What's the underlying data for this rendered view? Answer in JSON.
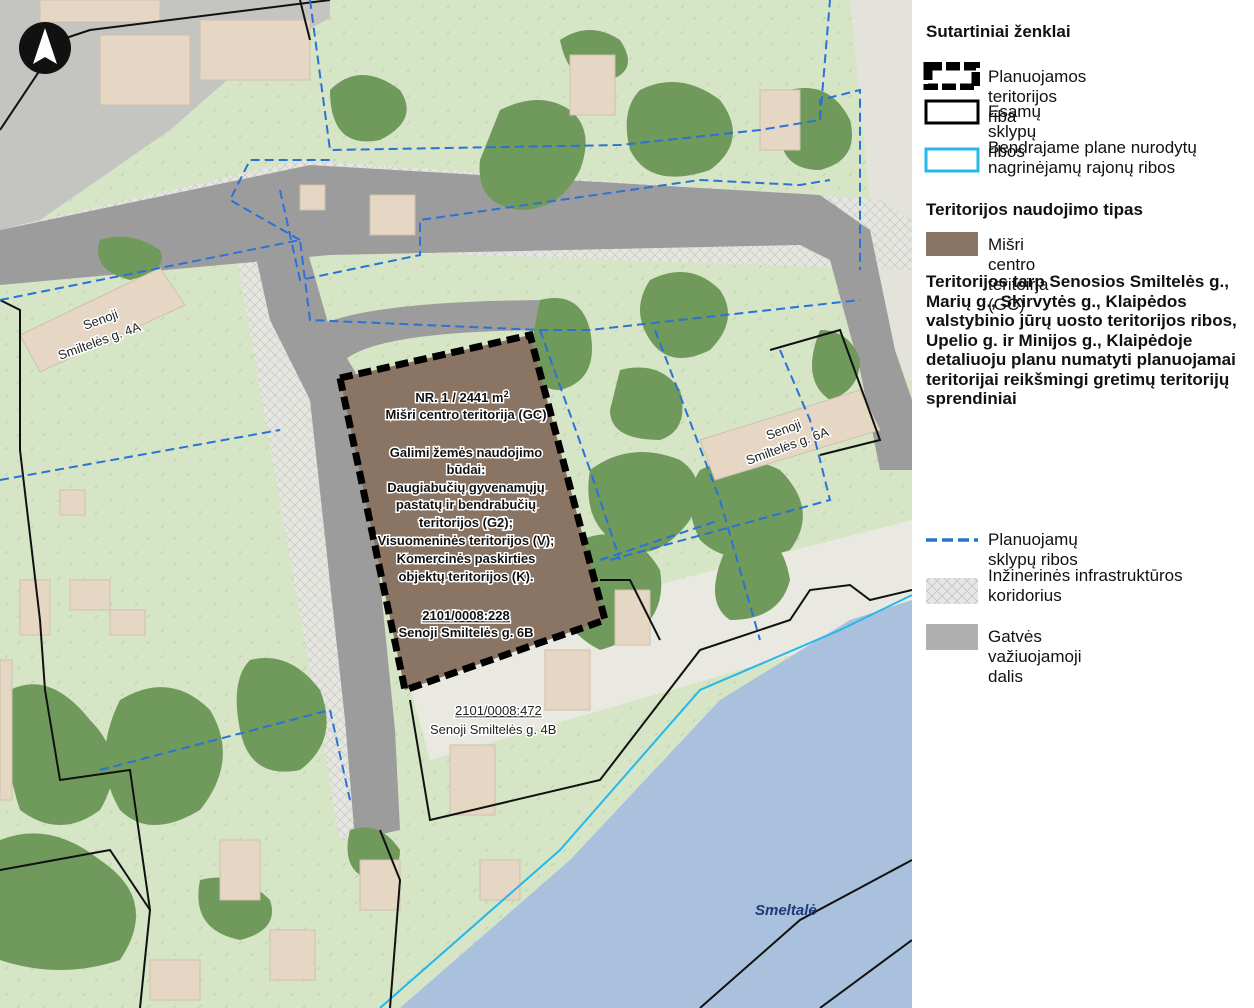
{
  "legend": {
    "title": "Sutartiniai ženklai",
    "items": [
      {
        "label": "Planuojamos teritorijos riba"
      },
      {
        "label": "Esamų sklypų ribos"
      },
      {
        "label": "Bendrajame plane nurodytų nagrinėjamų rajonų ribos"
      }
    ],
    "use_type_title": "Teritorijos naudojimo tipas",
    "use_type_item": "Mišri centro teritoirja (GC)",
    "note": "Teritorijos tarp Senosios Smiltelės g., Marių g., Skirvytės g., Klaipėdos valstybinio jūrų uosto teritorijos ribos, Upelio g. ir Minijos g., Klaipėdoje detaliuoju planu numatyti planuojamai teritorijai reikšmingi gretimų teritorijų sprendiniai",
    "items2": [
      {
        "label": "Planuojamų sklypų ribos"
      },
      {
        "label": "Inžinerinės infrastruktūros koridorius"
      },
      {
        "label": "Gatvės važiuojamoji dalis"
      }
    ],
    "colors": {
      "gc": "#8a7565",
      "plot_line": "#2a72d6",
      "district_line": "#26b8ea",
      "infra": "#e6e6e6",
      "road": "#b0b0b0"
    }
  },
  "map": {
    "north_icon": "north-arrow-icon",
    "colors": {
      "grass": "#d6e5c6",
      "tree": "#6f9a5c",
      "building": "#e5d7c3",
      "water": "#a9c1dc",
      "sidewalk": "#e9e9e1",
      "road": "#9c9c9c"
    },
    "labels": {
      "street_4a_l1": "Senoji",
      "street_4a_l2": "Smiltelės g. 4A",
      "street_6a_l1": "Senoji",
      "street_6a_l2": "Smiltelės g. 6A",
      "plot_472_id": "2101/0008:472",
      "plot_472_addr": "Senoji Smiltelės g. 4B",
      "river": "Smeltalė"
    },
    "plot": {
      "number": "NR. 1 / 2441 m",
      "area_sup": "2",
      "use": "Mišri centro teritorija (GC)",
      "possible_title_l1": "Galimi žemės naudojimo",
      "possible_title_l2": "būdai:",
      "line1": "Daugiabučių gyvenamųjų",
      "line2": "pastatų ir bendrabučių",
      "line3": "teritorijos (G2);",
      "line4": "Visuomeninės teritorijos (V);",
      "line5": "Komercinės paskirties",
      "line6": "objektų teritorijos (K).",
      "cadastral": "2101/0008:228",
      "address": "Senoji Smiltelės g. 6B"
    }
  }
}
